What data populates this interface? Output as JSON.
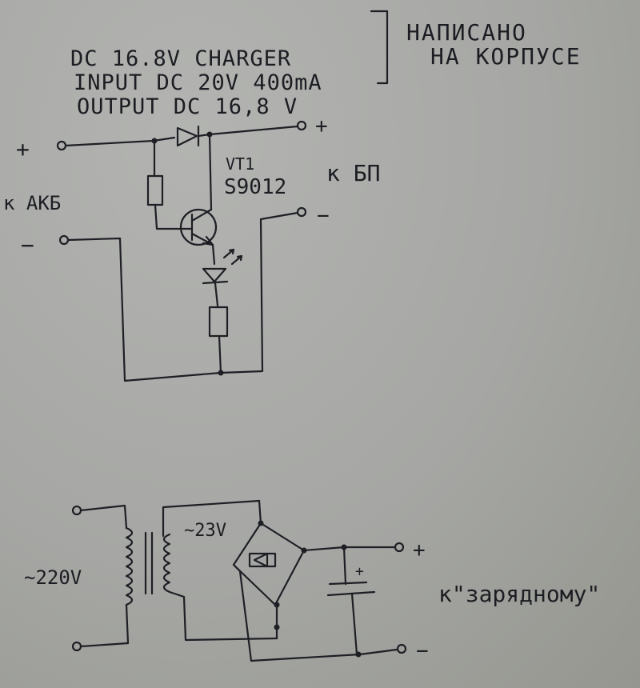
{
  "header": {
    "lines": [
      "DC 16.8V   CHARGER",
      "INPUT DC 20V 400mA",
      "OUTPUT   DC  16,8 V"
    ],
    "note_lines": [
      "НАПИСАНО",
      "НА КОРПУСЕ"
    ]
  },
  "charger_circuit": {
    "plus_left": "+",
    "minus_left": "−",
    "battery_label": "к АКБ",
    "plus_right": "+",
    "minus_right": "−",
    "psu_label": "к БП",
    "transistor_ref": "VT1",
    "transistor_part": "S9012"
  },
  "power_supply": {
    "mains_label": "~220V",
    "secondary_label": "~23V",
    "out_plus": "+",
    "out_minus": "−",
    "cap_polarity": "+",
    "dest_label": "к\"зарядному\""
  }
}
